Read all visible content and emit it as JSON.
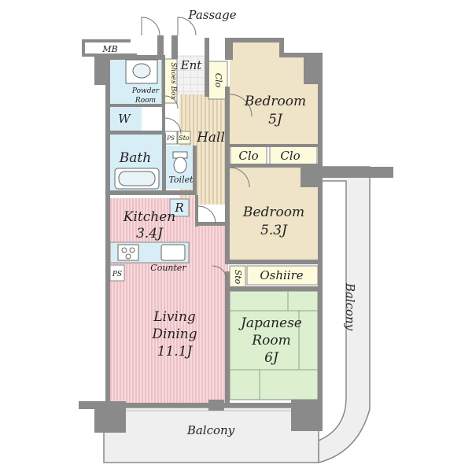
{
  "labels": {
    "passage": "Passage",
    "mb": "MB",
    "ent": "Ent",
    "shoes_box": "Shoes Box",
    "clo_entry": "Clo",
    "powder_room": [
      "Powder",
      "Room"
    ],
    "w": "W",
    "ps_hall": "PS",
    "sto_hall": "Sto",
    "hall": "Hall",
    "bath": "Bath",
    "toilet": "Toilet",
    "bedroom1": [
      "Bedroom",
      "5J"
    ],
    "clo_a": "Clo",
    "clo_b": "Clo",
    "bedroom2": [
      "Bedroom",
      "5.3J"
    ],
    "kitchen": [
      "Kitchen",
      "3.4J"
    ],
    "r": "R",
    "counter": "Counter",
    "ps_kitchen": "PS",
    "sto_oshiire": "Sto",
    "oshiire": "Oshiire",
    "living": [
      "Living",
      "Dining",
      "11.1J"
    ],
    "japanese": [
      "Japanese",
      "Room",
      "6J"
    ],
    "balcony_right": "Balcony",
    "balcony_bottom": "Balcony"
  },
  "colors": {
    "wall": "#8a8a8a",
    "bedroom": "#efe3c8",
    "wet": "#d8eef6",
    "living": "#f7d9dc",
    "living_stripe": "#e3a9ae",
    "japanese": "#dcf0d0",
    "hall": "#f3e6cf",
    "hall_stripe": "#c9b186",
    "closet": "#fdfbdc",
    "balcony": "#efefef",
    "tile": "#f0f0f0"
  }
}
